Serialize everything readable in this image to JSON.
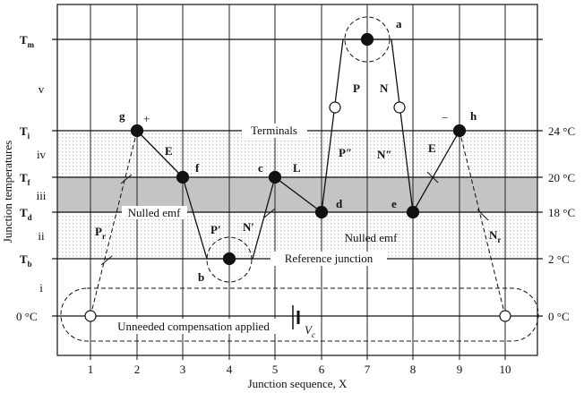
{
  "y_axis": {
    "title": "Junction temperatures",
    "levels": [
      {
        "main": "T",
        "sub": "m"
      },
      {
        "main": "T",
        "sub": "i"
      },
      {
        "main": "T",
        "sub": "f"
      },
      {
        "main": "T",
        "sub": "d"
      },
      {
        "main": "T",
        "sub": "b"
      },
      {
        "main": "0 °C",
        "sub": ""
      }
    ],
    "right_labels": [
      "24 °C",
      "20 °C",
      "18 °C",
      "2 °C",
      "0 °C"
    ],
    "bands": [
      "v",
      "iv",
      "iii",
      "ii",
      "i"
    ]
  },
  "x_axis": {
    "title": "Junction sequence, X",
    "ticks": [
      "1",
      "2",
      "3",
      "4",
      "5",
      "6",
      "7",
      "8",
      "9",
      "10"
    ]
  },
  "annotations": {
    "terminals": "Terminals",
    "nulled_emf_left": "Nulled emf",
    "nulled_emf_right": "Nulled emf",
    "reference_junction": "Reference junction",
    "unneeded_compensation": "Unneeded compensation applied",
    "vc_main": "V",
    "vc_sub": "c",
    "plus": "+",
    "minus": "−"
  },
  "point_labels": {
    "a": "a",
    "b": "b",
    "c": "c",
    "d": "d",
    "e": "e",
    "f": "f",
    "g": "g",
    "h": "h"
  },
  "segment_labels": {
    "P": "P",
    "N": "N",
    "E_left": "E",
    "E_right": "E",
    "L": "L",
    "P_dprime": "P″",
    "N_dprime": "N″",
    "P_prime": "P′",
    "N_prime": "N′",
    "Pr_main": "P",
    "Pr_sub": "r",
    "Nr_main": "N",
    "Nr_sub": "r"
  }
}
